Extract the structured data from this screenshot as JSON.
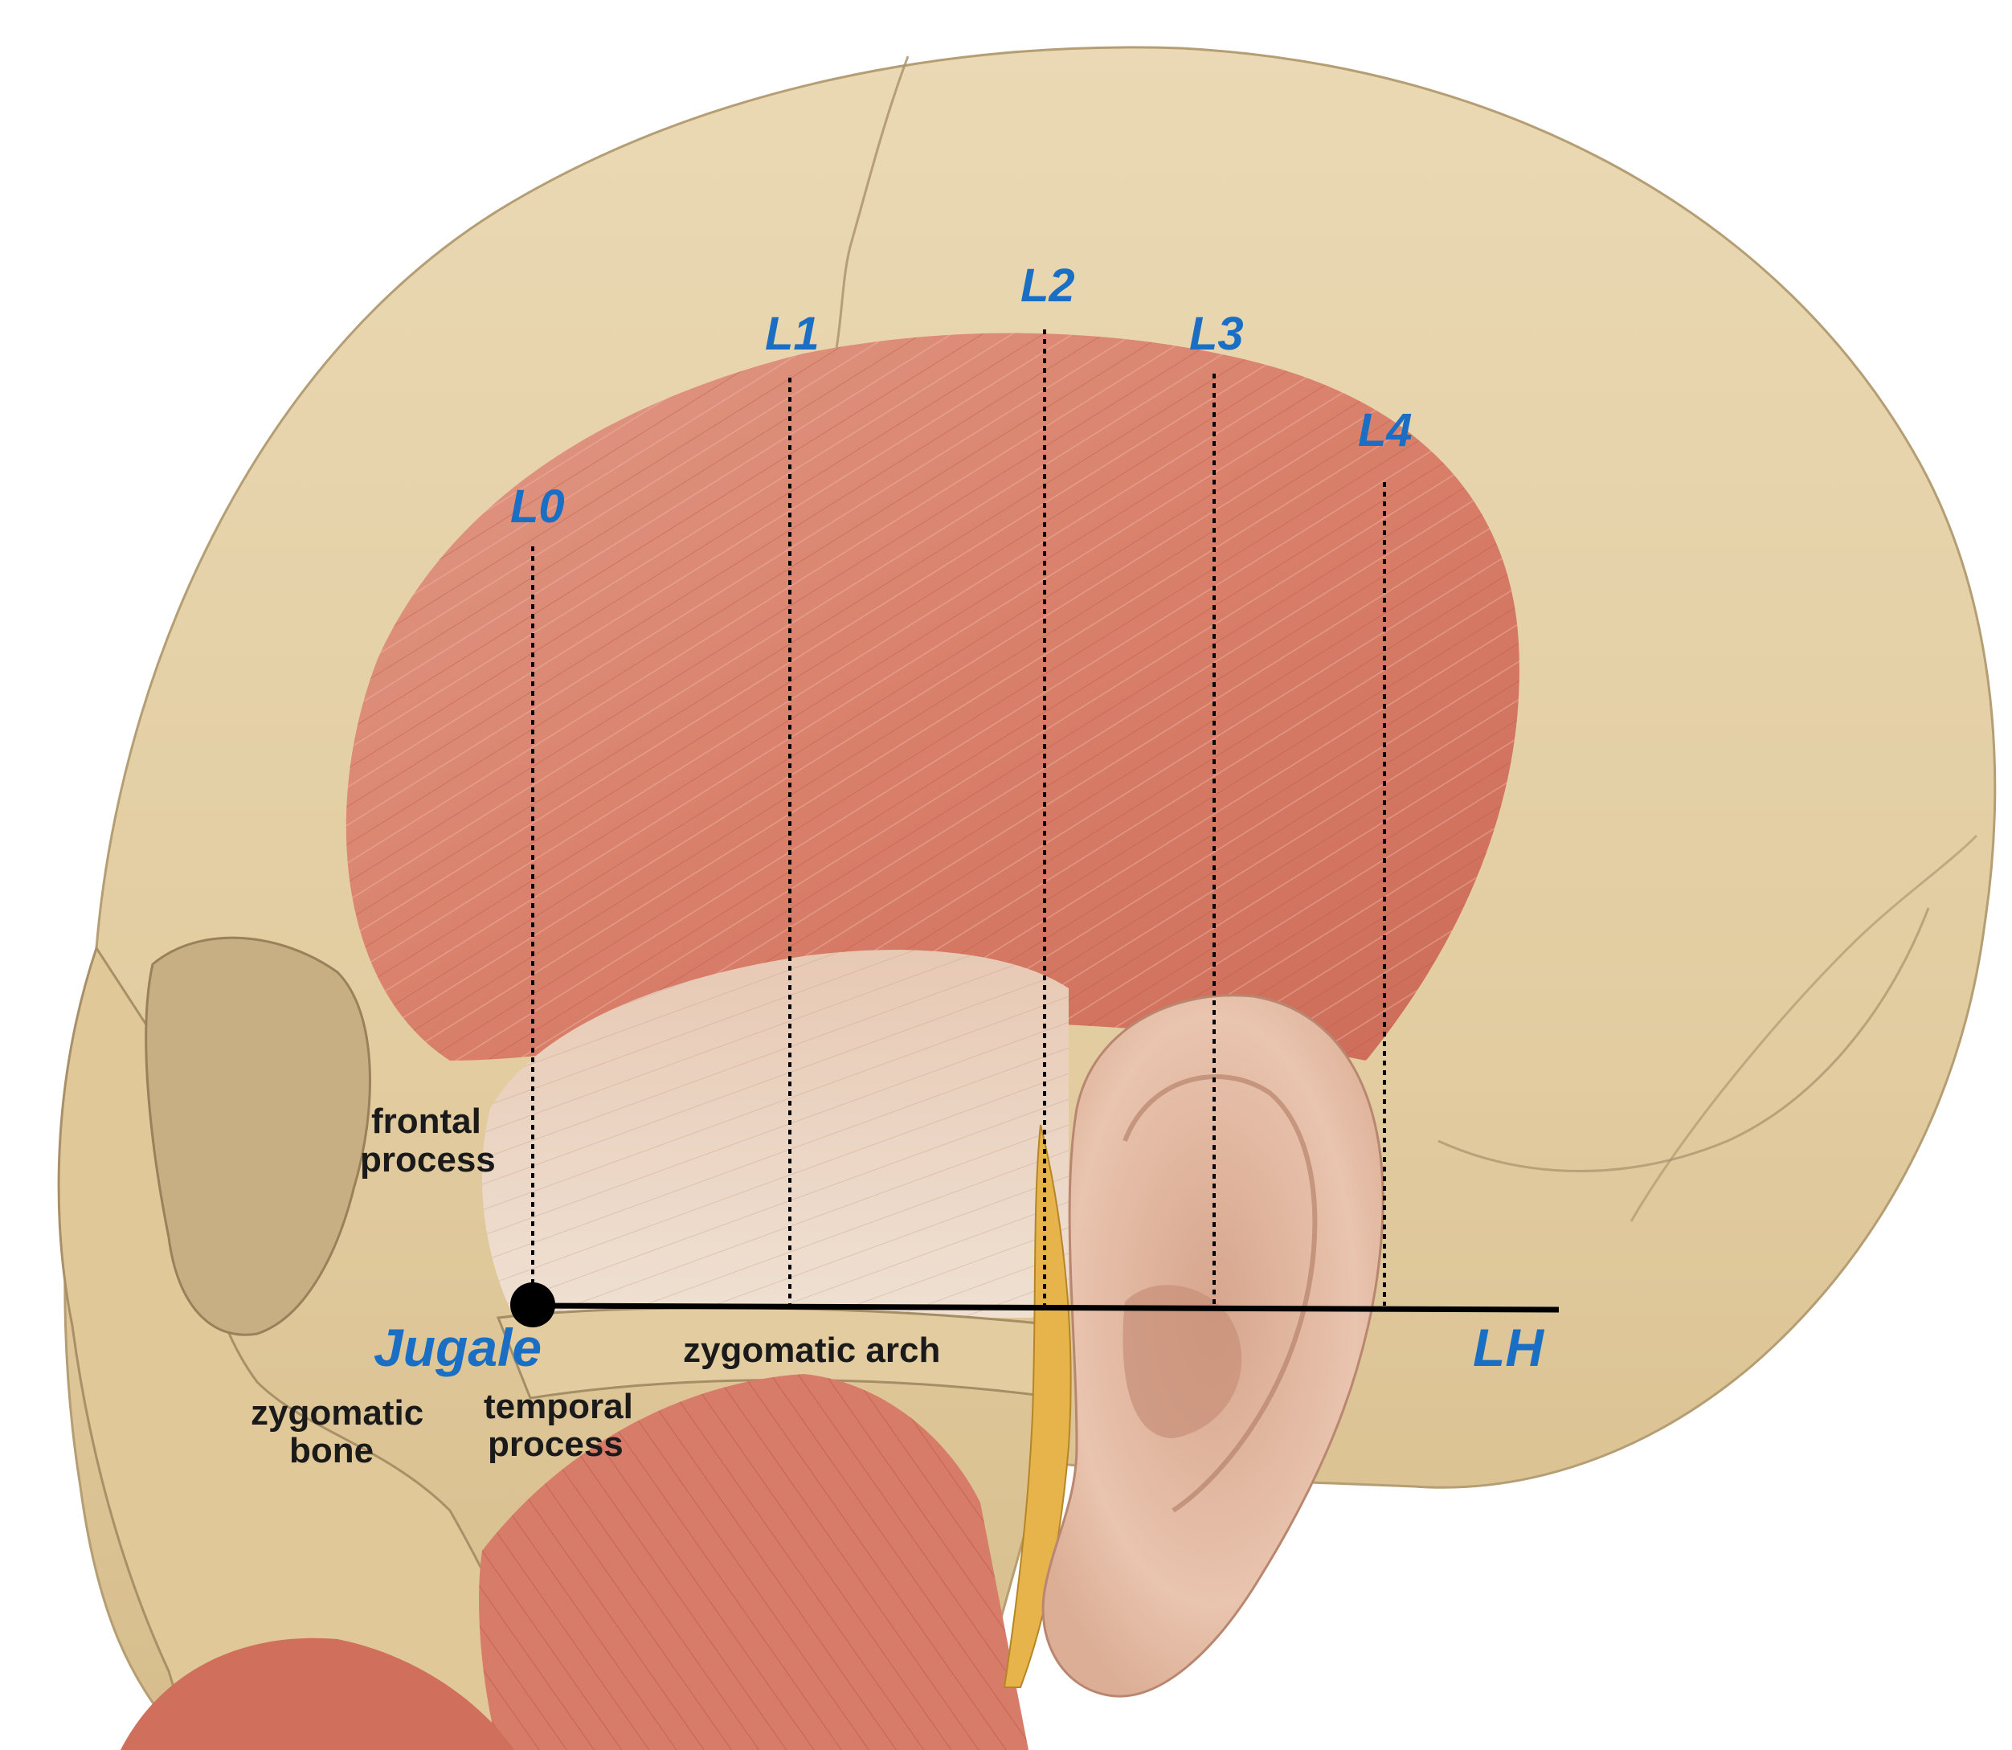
{
  "labels": {
    "l0": "L0",
    "l1": "L1",
    "l2": "L2",
    "l3": "L3",
    "l4": "L4",
    "lh": "LH",
    "jugale": "Jugale",
    "frontal_process_1": "frontal",
    "frontal_process_2": "process",
    "zygomatic_bone_1": "zygomatic",
    "zygomatic_bone_2": "bone",
    "temporal_process_1": "temporal",
    "temporal_process_2": "process",
    "zygomatic_arch": "zygomatic arch"
  },
  "colors": {
    "bone": "#e3cfa6",
    "bone_shadow": "#cdb688",
    "muscle": "#d9836f",
    "muscle_dark": "#c4604f",
    "tendon": "#e8d6c6",
    "ear": "#e6bfa8",
    "ear_shadow": "#c9937c",
    "fat": "#e8b74e",
    "label_blue": "#1a6fc4",
    "line": "#000000"
  }
}
